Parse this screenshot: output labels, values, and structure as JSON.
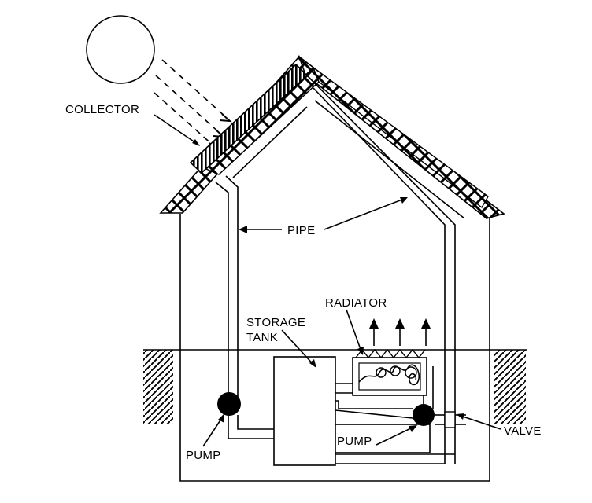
{
  "labels": {
    "collector": "COLLECTOR",
    "pipe": "PIPE",
    "radiator": "RADIATOR",
    "storage_line1": "STORAGE",
    "storage_line2": "TANK",
    "pump_left": "PUMP",
    "pump_right": "PUMP",
    "valve": "VALVE"
  }
}
